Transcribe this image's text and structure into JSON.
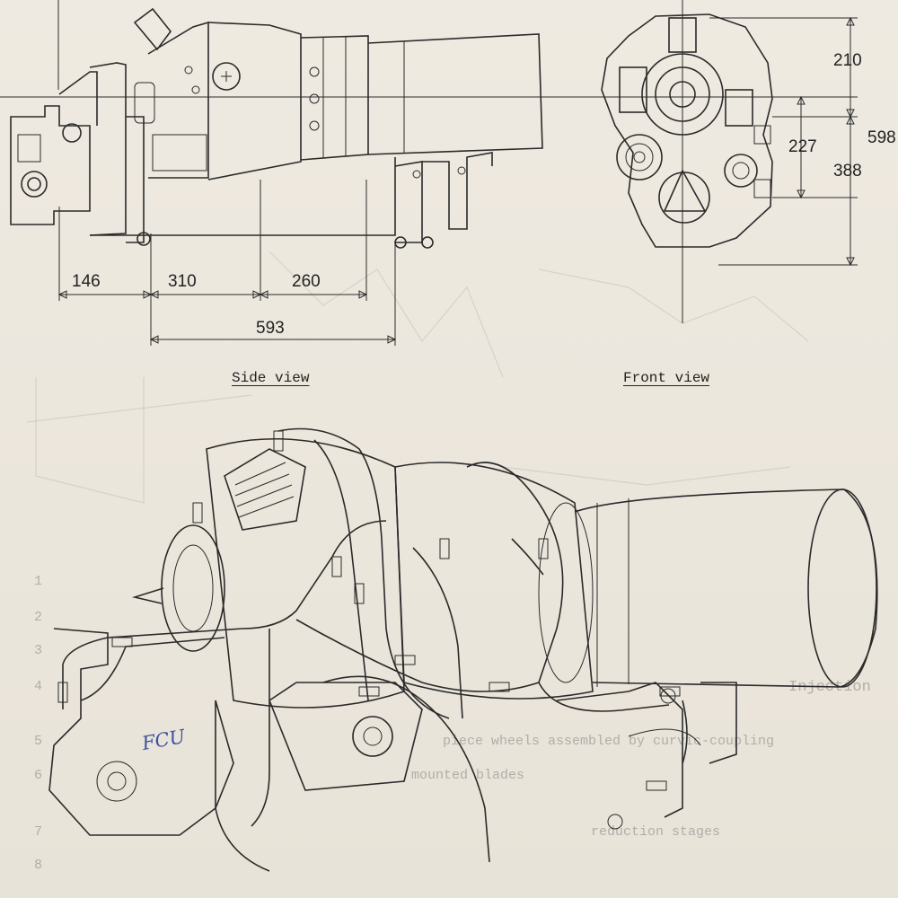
{
  "side_view": {
    "caption": "Side view",
    "dimensions": [
      "146",
      "310",
      "260",
      "593"
    ]
  },
  "front_view": {
    "caption": "Front view",
    "dimensions": [
      "210",
      "227",
      "388",
      "598"
    ]
  },
  "annotation": "FCU",
  "legend_numbers": [
    "1",
    "2",
    "3",
    "4",
    "5",
    "6",
    "7",
    "8"
  ],
  "legend_fragments": [
    "Injection",
    "piece wheels assembled by curvic-coupling",
    "mounted blades",
    "reduction stages"
  ]
}
